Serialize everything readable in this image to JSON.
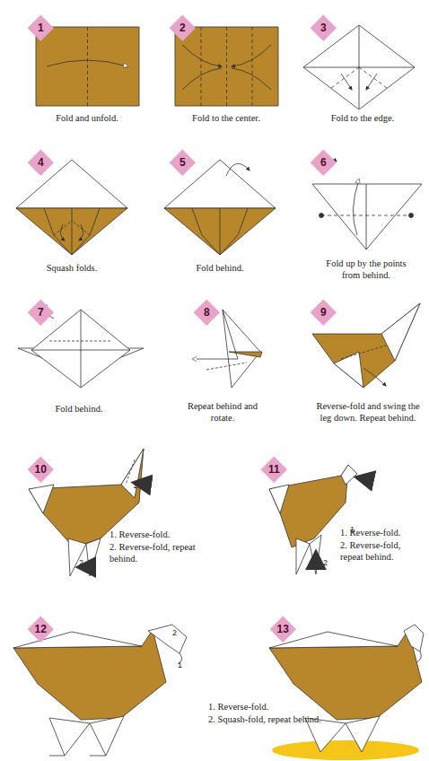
{
  "diagram": {
    "nodes": [
      {
        "text": [
          "1"
        ]
      },
      {
        "text": [
          "2"
        ]
      },
      {
        "text": [
          "3"
        ]
      },
      {
        "text": [
          "4"
        ]
      },
      {
        "text": [
          "5"
        ]
      },
      {
        "text": [
          "6"
        ]
      },
      {
        "text": [
          "7"
        ]
      },
      {
        "text": [
          "8"
        ]
      },
      {
        "text": [
          "9"
        ]
      },
      {
        "text": [
          "10"
        ]
      },
      {
        "text": [
          "11"
        ]
      },
      {
        "text": [
          "12"
        ]
      },
      {
        "text": [
          "13"
        ]
      }
    ],
    "labels": [
      "Fold and unfold.",
      "Fold to the center.",
      "Fold to the edge.",
      "Squash folds.",
      "Fold behind.",
      "Fold up by the points from behind.",
      "Fold behind.",
      "Repeat behind and rotate.",
      "Reverse-fold and swing the leg down. Repeat behind.",
      "1",
      "2",
      "1. Reverse-fold.",
      "2. Reverse-fold, repeat behind.",
      "1",
      "2",
      "1. Reverse-fold.",
      "2. Reverse-fold, repeat behind.",
      "2",
      "1",
      "1. Reverse-fold.",
      "2. Squash-fold, repeat behind."
    ]
  }
}
